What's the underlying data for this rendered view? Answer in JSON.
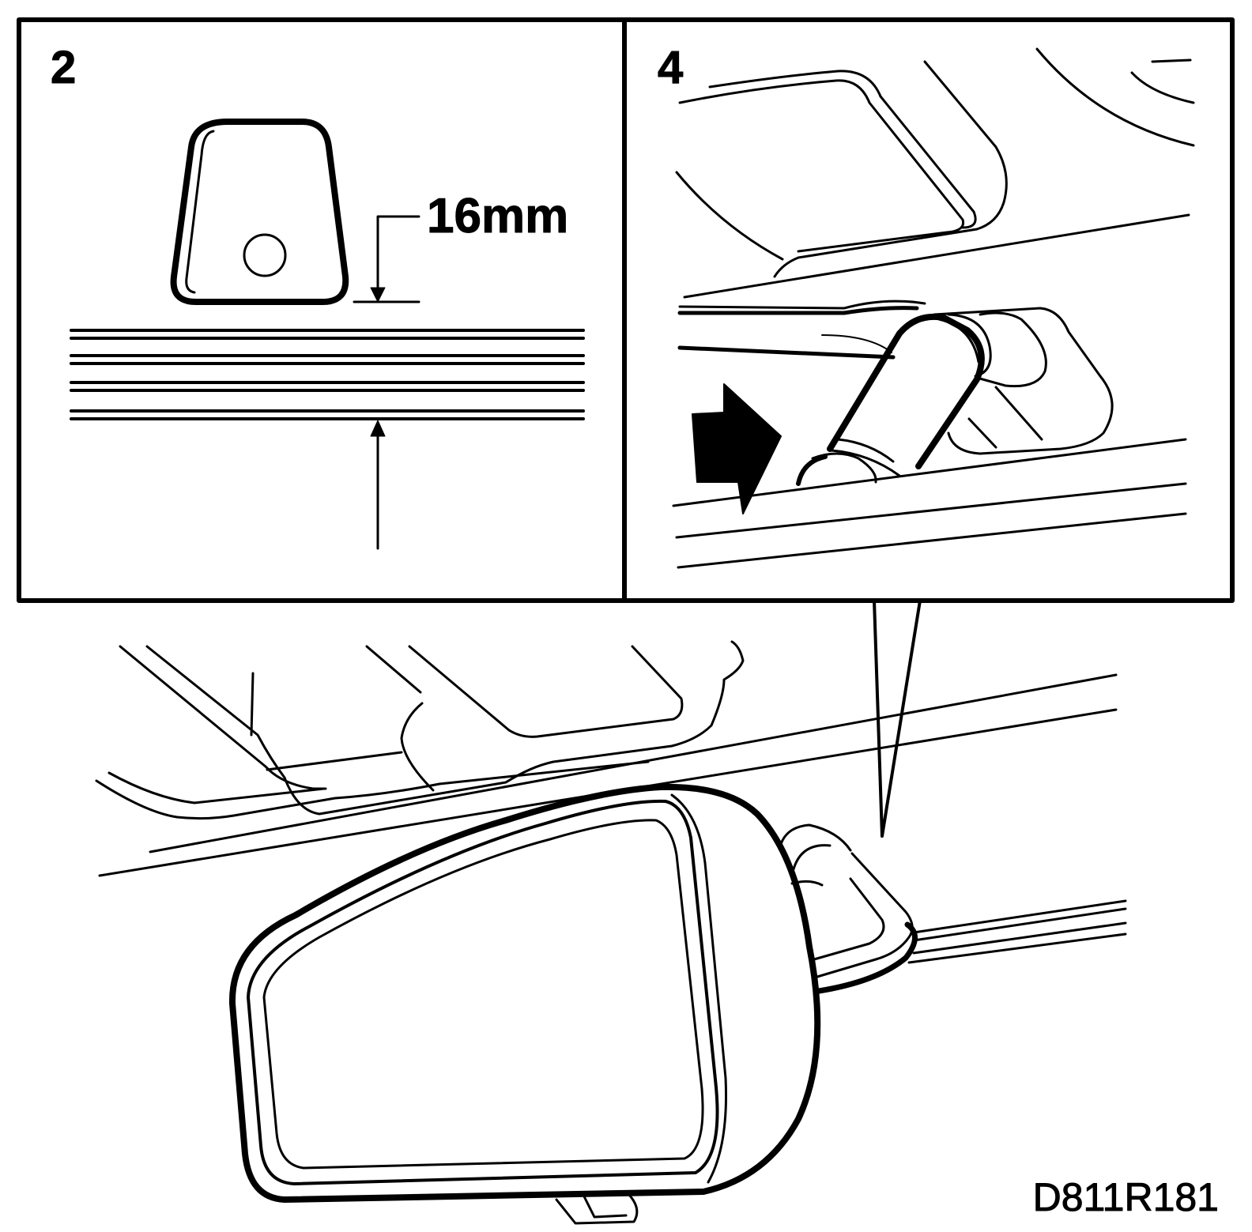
{
  "figure": {
    "panel_left_number": "2",
    "panel_right_number": "4",
    "dimension_label": "16mm",
    "figure_code": "D811R181"
  },
  "colors": {
    "ink": "#000000",
    "paper": "#ffffff"
  }
}
